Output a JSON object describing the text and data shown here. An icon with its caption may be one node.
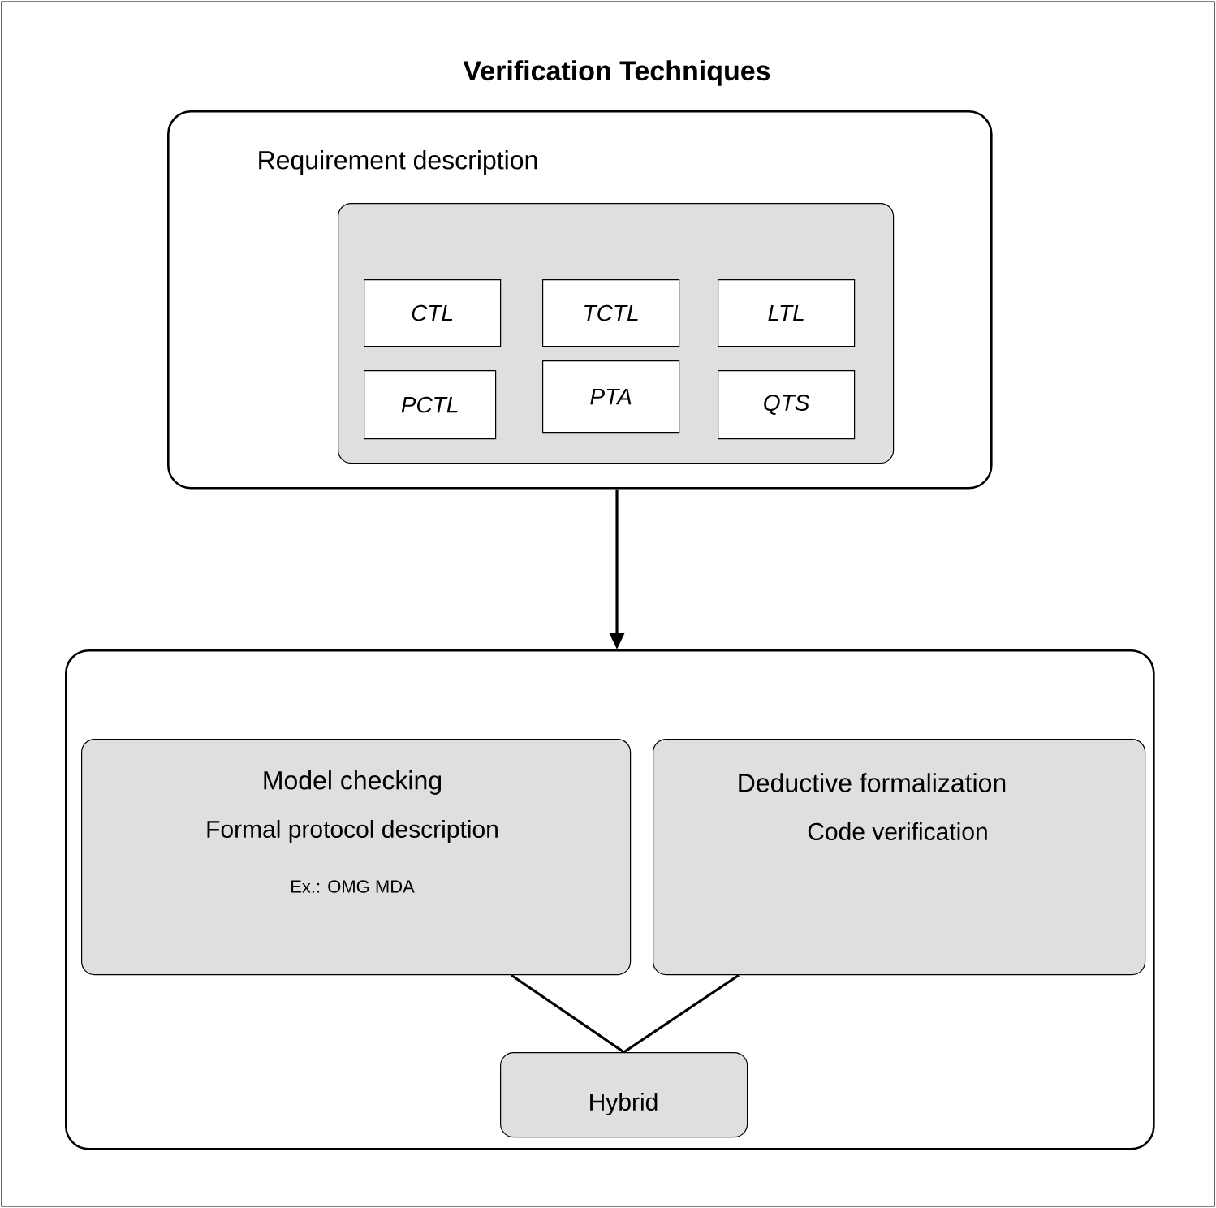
{
  "diagram": {
    "title": "Verification Techniques",
    "nodes": [
      {
        "text": [
          "Requirement description"
        ]
      },
      {
        "text": [],
        "shape": "box",
        "in": 0
      },
      {
        "text": [
          "CTL"
        ],
        "in": 1
      },
      {
        "text": [
          "TCTL"
        ],
        "in": 1
      },
      {
        "text": [
          "LTL"
        ],
        "in": 1
      },
      {
        "text": [
          "PCTL"
        ],
        "in": 1
      },
      {
        "text": [
          "PTA"
        ],
        "in": 1
      },
      {
        "text": [
          "QTS"
        ],
        "in": 1
      },
      {
        "text": [],
        "shape": "box"
      },
      {
        "text": [
          "Model checking",
          "Formal protocol description",
          "Ex.: OMG MDA"
        ],
        "in": 8
      },
      {
        "text": [
          "Deductive formalization",
          "Code verification"
        ],
        "in": 8
      },
      {
        "text": [
          "Hybrid"
        ],
        "in": 8
      }
    ],
    "edges": [
      {
        "from": 0,
        "to": 8,
        "arrow": "to"
      },
      {
        "from": 9,
        "to": 11,
        "arrow": "none"
      },
      {
        "from": 10,
        "to": 11,
        "arrow": "none"
      }
    ]
  }
}
